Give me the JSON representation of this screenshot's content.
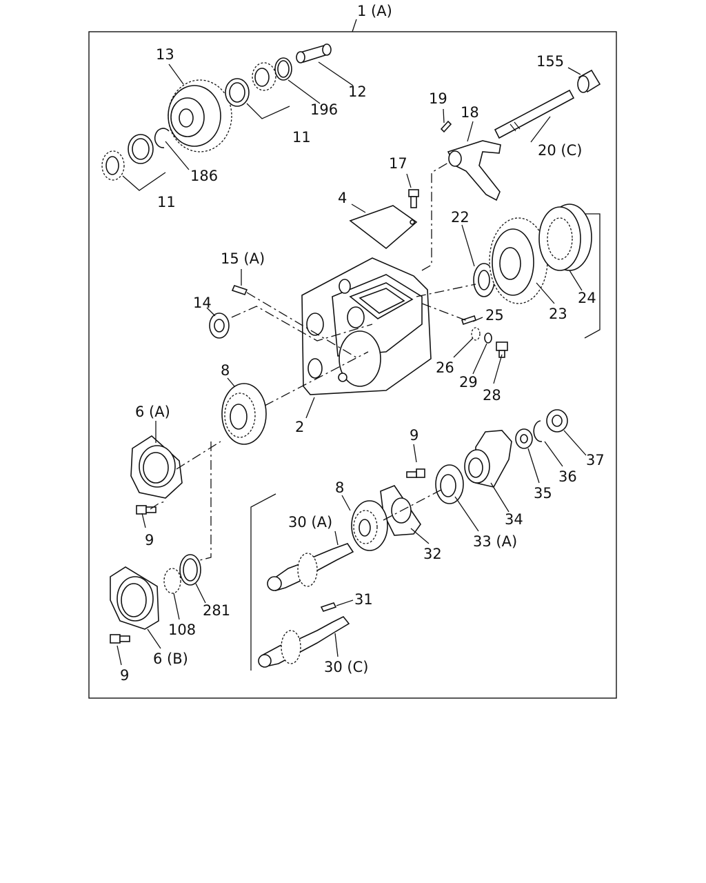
{
  "diagram": {
    "assembly_label": "1 (A)",
    "parts": [
      {
        "id": "p13",
        "label": "13"
      },
      {
        "id": "p12",
        "label": "12"
      },
      {
        "id": "p196",
        "label": "196"
      },
      {
        "id": "p11a",
        "label": "11"
      },
      {
        "id": "p186",
        "label": "186"
      },
      {
        "id": "p11b",
        "label": "11"
      },
      {
        "id": "p155",
        "label": "155"
      },
      {
        "id": "p19",
        "label": "19"
      },
      {
        "id": "p18",
        "label": "18"
      },
      {
        "id": "p20c",
        "label": "20 (C)"
      },
      {
        "id": "p17",
        "label": "17"
      },
      {
        "id": "p4",
        "label": "4"
      },
      {
        "id": "p22",
        "label": "22"
      },
      {
        "id": "p15a",
        "label": "15 (A)"
      },
      {
        "id": "p14",
        "label": "14"
      },
      {
        "id": "p24",
        "label": "24"
      },
      {
        "id": "p23",
        "label": "23"
      },
      {
        "id": "p25",
        "label": "25"
      },
      {
        "id": "p26",
        "label": "26"
      },
      {
        "id": "p29",
        "label": "29"
      },
      {
        "id": "p28",
        "label": "28"
      },
      {
        "id": "p8a",
        "label": "8"
      },
      {
        "id": "p6a",
        "label": "6 (A)"
      },
      {
        "id": "p2",
        "label": "2"
      },
      {
        "id": "p9a",
        "label": "9"
      },
      {
        "id": "p37",
        "label": "37"
      },
      {
        "id": "p36",
        "label": "36"
      },
      {
        "id": "p35",
        "label": "35"
      },
      {
        "id": "p34",
        "label": "34"
      },
      {
        "id": "p8b",
        "label": "8"
      },
      {
        "id": "p30a",
        "label": "30 (A)"
      },
      {
        "id": "p9b",
        "label": "9"
      },
      {
        "id": "p33a",
        "label": "33 (A)"
      },
      {
        "id": "p32",
        "label": "32"
      },
      {
        "id": "p31",
        "label": "31"
      },
      {
        "id": "p108",
        "label": "108"
      },
      {
        "id": "p281",
        "label": "281"
      },
      {
        "id": "p6b",
        "label": "6 (B)"
      },
      {
        "id": "p9c",
        "label": "9"
      },
      {
        "id": "p30c",
        "label": "30 (C)"
      }
    ]
  }
}
